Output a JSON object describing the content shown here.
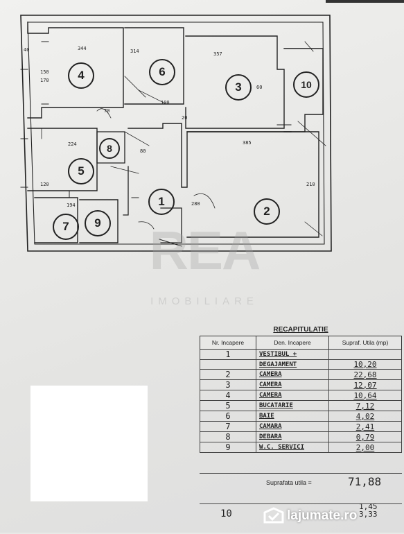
{
  "plan": {
    "rooms": [
      {
        "id": "1",
        "label": "1"
      },
      {
        "id": "2",
        "label": "2"
      },
      {
        "id": "3",
        "label": "3"
      },
      {
        "id": "4",
        "label": "4"
      },
      {
        "id": "5",
        "label": "5"
      },
      {
        "id": "6",
        "label": "6"
      },
      {
        "id": "7",
        "label": "7"
      },
      {
        "id": "8",
        "label": "8"
      },
      {
        "id": "9",
        "label": "9"
      },
      {
        "id": "10",
        "label": "10"
      }
    ],
    "dimensions": {
      "d344": "344",
      "d314": "314",
      "d357": "357",
      "d385": "385",
      "d224": "224",
      "d150": "150",
      "d170": "170",
      "d120": "120",
      "d100": "100",
      "d20": "20",
      "d40": "40",
      "d194": "194",
      "d280": "280",
      "d210": "210",
      "d80": "80",
      "d70": "70",
      "d60": "60"
    }
  },
  "watermark": {
    "brand": "REA",
    "sub": "IMOBILIARE"
  },
  "recap": {
    "title": "RECAPITULATIE",
    "headers": [
      "Nr. Incapere",
      "Den. Incapere",
      "Supraf. Utila (mp)"
    ],
    "rows": [
      {
        "nr": "1",
        "den": "VESTIBUL +",
        "val": ""
      },
      {
        "nr": "",
        "den": "DEGAJAMENT",
        "val": "10,20"
      },
      {
        "nr": "2",
        "den": "CAMERA",
        "val": "22,68"
      },
      {
        "nr": "3",
        "den": "CAMERA",
        "val": "12,07"
      },
      {
        "nr": "4",
        "den": "CAMERA",
        "val": "10,64"
      },
      {
        "nr": "5",
        "den": "BUCATARIE",
        "val": "7,12"
      },
      {
        "nr": "6",
        "den": "BAIE",
        "val": "4,02"
      },
      {
        "nr": "7",
        "den": "CAMARA",
        "val": "2,41"
      },
      {
        "nr": "8",
        "den": "DEBARA",
        "val": "0,79"
      },
      {
        "nr": "9",
        "den": "W.C. SERVICI",
        "val": "2,00"
      }
    ],
    "total_label": "Suprafata utila =",
    "total_value": "71,88",
    "row10_nr": "10",
    "row10_val": "1,45",
    "row10_val2": "3,33"
  },
  "logo": {
    "text": "lajumate.ro"
  }
}
